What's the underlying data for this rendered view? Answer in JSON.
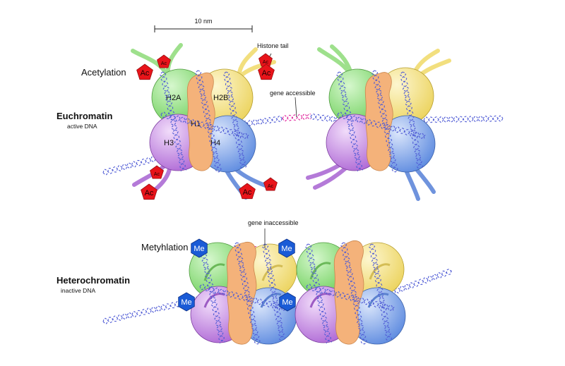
{
  "scale_bar": {
    "label": "10 nm"
  },
  "labels": {
    "acetylation": "Acetylation",
    "histone_tail": "Histone tail",
    "gene_accessible": "gene accessible",
    "gene_inaccessible": "gene inaccessible",
    "euchromatin": "Euchromatin",
    "euchromatin_sub": "active DNA",
    "methylation": "Metyhlation",
    "heterochromatin": "Heterochromatin",
    "heterochromatin_sub": "inactive DNA"
  },
  "histones": {
    "h2a": "H2A",
    "h2b": "H2B",
    "h1": "H1",
    "h3": "H3",
    "h4": "H4"
  },
  "marks": {
    "acetyl": "Ac",
    "methyl": "Me"
  },
  "colors": {
    "h2a": "#8fe07e",
    "h2b": "#f6e58a",
    "h3": "#c98ce8",
    "h4": "#7ea7ec",
    "h1": "#f4b27a",
    "dna": "#4f5bd5",
    "dna_exposed": "#e0249c",
    "acetyl": "#e8141a",
    "methyl": "#1a5bd6"
  }
}
